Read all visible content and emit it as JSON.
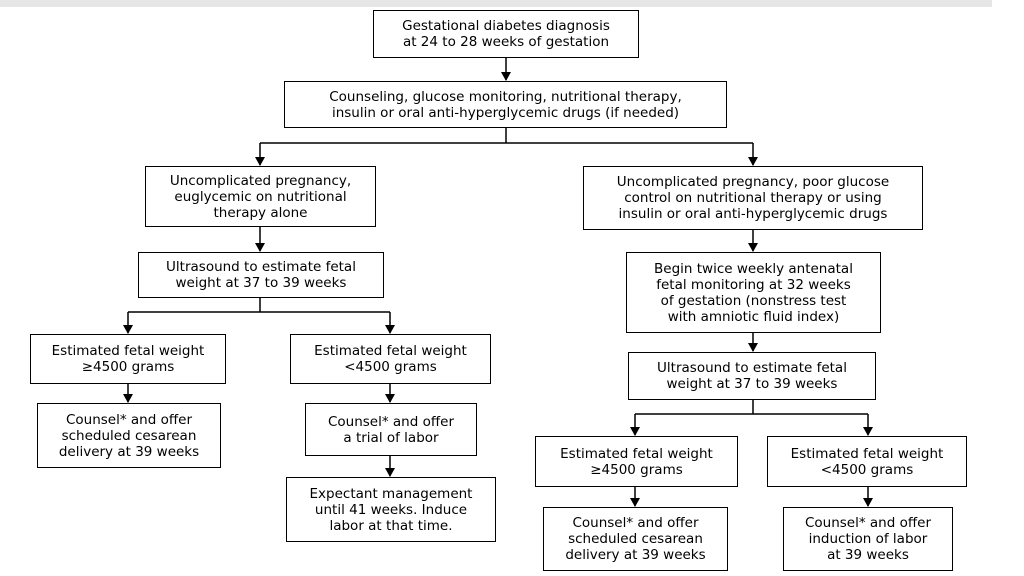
{
  "flowchart": {
    "nodes": {
      "diagnosis": "Gestational diabetes diagnosis\nat 24 to 28 weeks of gestation",
      "counseling": "Counseling, glucose monitoring, nutritional therapy,\ninsulin or oral anti-hyperglycemic drugs (if needed)",
      "left_branch": "Uncomplicated pregnancy,\neuglycemic on nutritional\ntherapy alone",
      "right_branch": "Uncomplicated pregnancy, poor glucose\ncontrol on nutritional therapy or using\ninsulin or oral anti-hyperglycemic drugs",
      "left_ultrasound": "Ultrasound to estimate fetal\nweight at 37 to 39 weeks",
      "right_monitoring": "Begin twice weekly antenatal\nfetal monitoring at 32 weeks\nof gestation (nonstress test\nwith amniotic fluid index)",
      "right_ultrasound": "Ultrasound to estimate fetal\nweight at 37 to 39 weeks",
      "left_efw_high": "Estimated fetal weight\n≥4500 grams",
      "left_efw_low": "Estimated fetal weight\n<4500 grams",
      "left_cesarean": "Counsel* and offer\nscheduled cesarean\ndelivery at 39 weeks",
      "left_trial_labor": "Counsel* and offer\na trial of labor",
      "expectant": "Expectant management\nuntil 41 weeks. Induce\nlabor at that time.",
      "right_efw_high": "Estimated fetal weight\n≥4500 grams",
      "right_efw_low": "Estimated fetal weight\n<4500 grams",
      "right_cesarean": "Counsel* and offer\nscheduled cesarean\ndelivery at 39 weeks",
      "right_induction": "Counsel* and offer\ninduction of labor\nat 39 weeks"
    },
    "colors": {
      "line": "#000000",
      "box_border": "#000000",
      "background": "#ffffff",
      "top_bar": "#e6e6e6"
    }
  }
}
